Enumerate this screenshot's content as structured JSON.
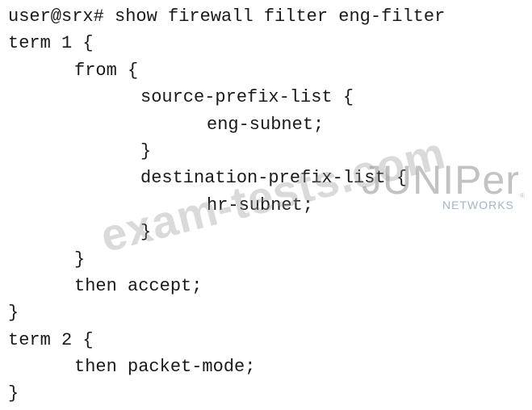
{
  "terminal": {
    "lines": [
      "user@srx# show firewall filter eng-filter",
      "term 1 {",
      "from {",
      "source-prefix-list {",
      "eng-subnet;",
      "}",
      "destination-prefix-list {",
      "hr-subnet;",
      "}",
      "}",
      "then accept;",
      "}",
      "term 2 {",
      "then packet-mode;",
      "}"
    ]
  },
  "watermark": {
    "text": "exam-tests.com"
  },
  "logo": {
    "brand": "JUNIPer",
    "sub": "NETWORKS",
    "mark": "®"
  },
  "colors": {
    "text": "#1a1a1a",
    "background": "#ffffff"
  }
}
